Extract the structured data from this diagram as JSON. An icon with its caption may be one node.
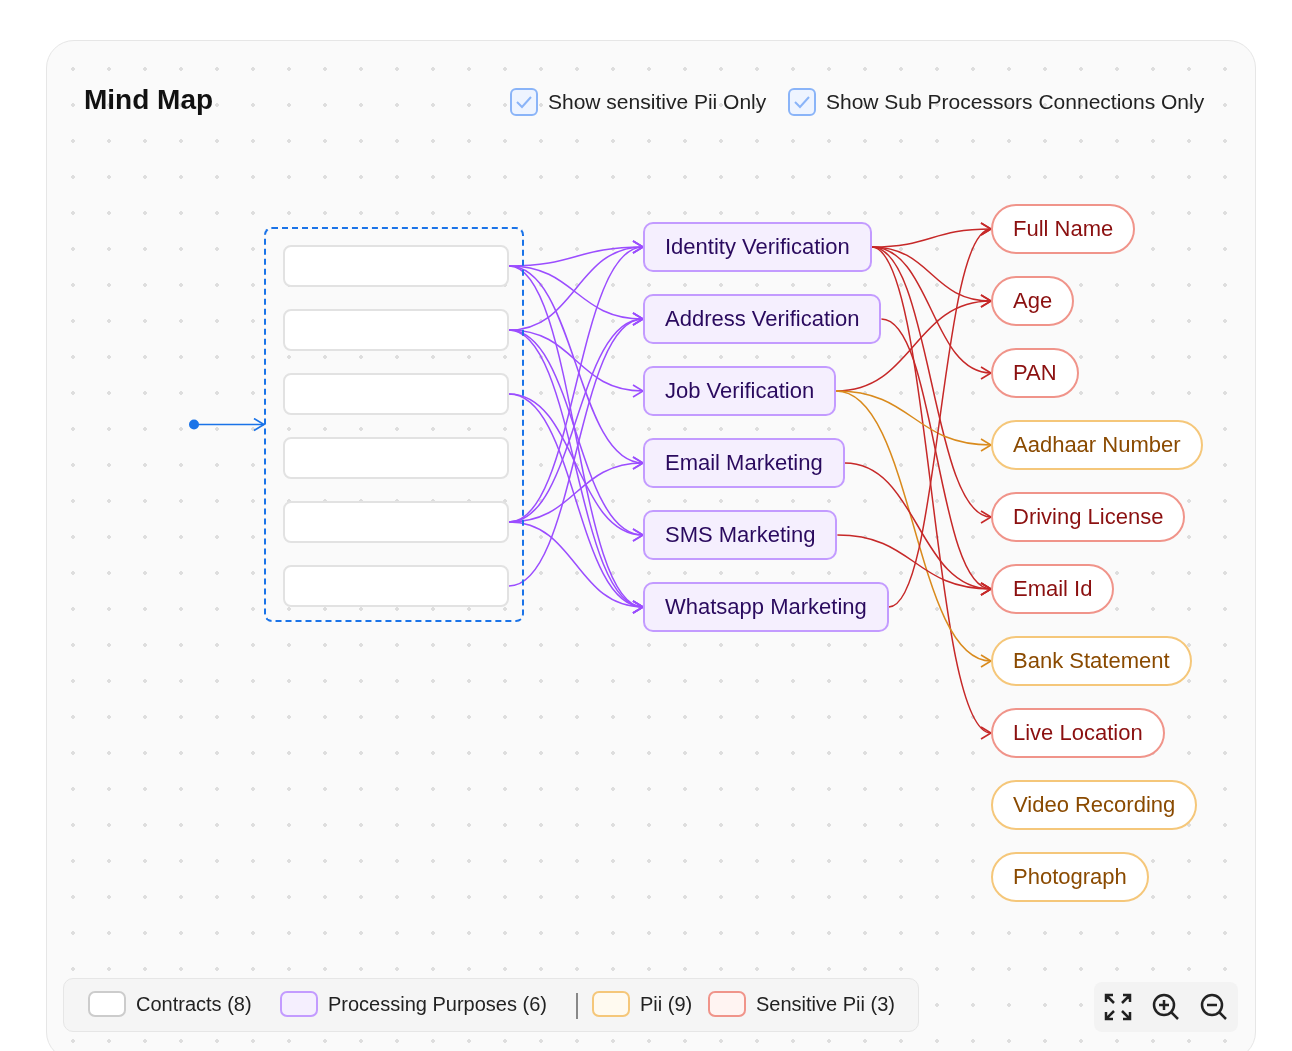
{
  "diagram": {
    "title": "Mind Map",
    "nodes": [
      {
        "text": [],
        "shape": "box"
      },
      {
        "text": [],
        "shape": "box",
        "in": 0
      },
      {
        "text": [],
        "shape": "box",
        "in": 0
      },
      {
        "text": [],
        "shape": "box",
        "in": 0
      },
      {
        "text": [],
        "shape": "box",
        "in": 0
      },
      {
        "text": [],
        "shape": "box",
        "in": 0
      },
      {
        "text": [],
        "shape": "box",
        "in": 0
      },
      {
        "text": [
          "Identity Verification"
        ]
      },
      {
        "text": [
          "Address Verification"
        ]
      },
      {
        "text": [
          "Job Verification"
        ]
      },
      {
        "text": [
          "Email Marketing"
        ]
      },
      {
        "text": [
          "SMS Marketing"
        ]
      },
      {
        "text": [
          "Whatsapp Marketing"
        ]
      },
      {
        "text": [
          "Full Name"
        ]
      },
      {
        "text": [
          "Age"
        ]
      },
      {
        "text": [
          "PAN"
        ]
      },
      {
        "text": [
          "Aadhaar Number"
        ]
      },
      {
        "text": [
          "Driving License"
        ]
      },
      {
        "text": [
          "Email Id"
        ]
      },
      {
        "text": [
          "Bank Statement"
        ]
      },
      {
        "text": [
          "Live Location"
        ]
      },
      {
        "text": [
          "Video Recording"
        ]
      },
      {
        "text": [
          "Photograph"
        ]
      }
    ],
    "edges": [
      {
        "from": null,
        "to": 0,
        "arrow": "to",
        "color": "#1a73e8"
      },
      {
        "from": 1,
        "to": 7,
        "arrow": "to"
      },
      {
        "from": 1,
        "to": 8,
        "arrow": "to"
      },
      {
        "from": 1,
        "to": 10,
        "arrow": "to"
      },
      {
        "from": 1,
        "to": 12,
        "arrow": "to"
      },
      {
        "from": 2,
        "to": 7,
        "arrow": "to"
      },
      {
        "from": 2,
        "to": 9,
        "arrow": "to"
      },
      {
        "from": 2,
        "to": 11,
        "arrow": "to"
      },
      {
        "from": 2,
        "to": 12,
        "arrow": "to"
      },
      {
        "from": 3,
        "to": 11,
        "arrow": "to"
      },
      {
        "from": 3,
        "to": 12,
        "arrow": "to"
      },
      {
        "from": 5,
        "to": 7,
        "arrow": "to"
      },
      {
        "from": 5,
        "to": 8,
        "arrow": "to"
      },
      {
        "from": 5,
        "to": 10,
        "arrow": "to"
      },
      {
        "from": 5,
        "to": 12,
        "arrow": "to"
      },
      {
        "from": 6,
        "to": 8,
        "arrow": "to"
      },
      {
        "from": 7,
        "to": 13,
        "arrow": "to",
        "color": "#c62828"
      },
      {
        "from": 7,
        "to": 14,
        "arrow": "to",
        "color": "#c62828"
      },
      {
        "from": 7,
        "to": 15,
        "arrow": "to",
        "color": "#c62828"
      },
      {
        "from": 7,
        "to": 17,
        "arrow": "to",
        "color": "#c62828"
      },
      {
        "from": 7,
        "to": 20,
        "arrow": "to",
        "color": "#c62828"
      },
      {
        "from": 8,
        "to": 18,
        "arrow": "to",
        "color": "#c62828"
      },
      {
        "from": 9,
        "to": 14,
        "arrow": "to",
        "color": "#c62828"
      },
      {
        "from": 9,
        "to": 16,
        "arrow": "to",
        "color": "#d98a1c"
      },
      {
        "from": 9,
        "to": 19,
        "arrow": "to",
        "color": "#d98a1c"
      },
      {
        "from": 10,
        "to": 18,
        "arrow": "to",
        "color": "#c62828"
      },
      {
        "from": 11,
        "to": 18,
        "arrow": "to",
        "color": "#c62828"
      },
      {
        "from": 12,
        "to": 13,
        "arrow": "to",
        "color": "#c62828"
      }
    ],
    "labels": [
      "Show sensitive Pii Only",
      "Show Sub Processors Connections Only"
    ],
    "legend": [
      {
        "text": "Contracts (8)",
        "color": "#ffffff"
      },
      {
        "text": "Processing Purposes (6)",
        "color": "#f5effe"
      },
      {
        "text": "Pii (9)",
        "color": "#fffaf0"
      },
      {
        "text": "Sensitive Pii (3)",
        "color": "#fff4f2"
      }
    ]
  }
}
